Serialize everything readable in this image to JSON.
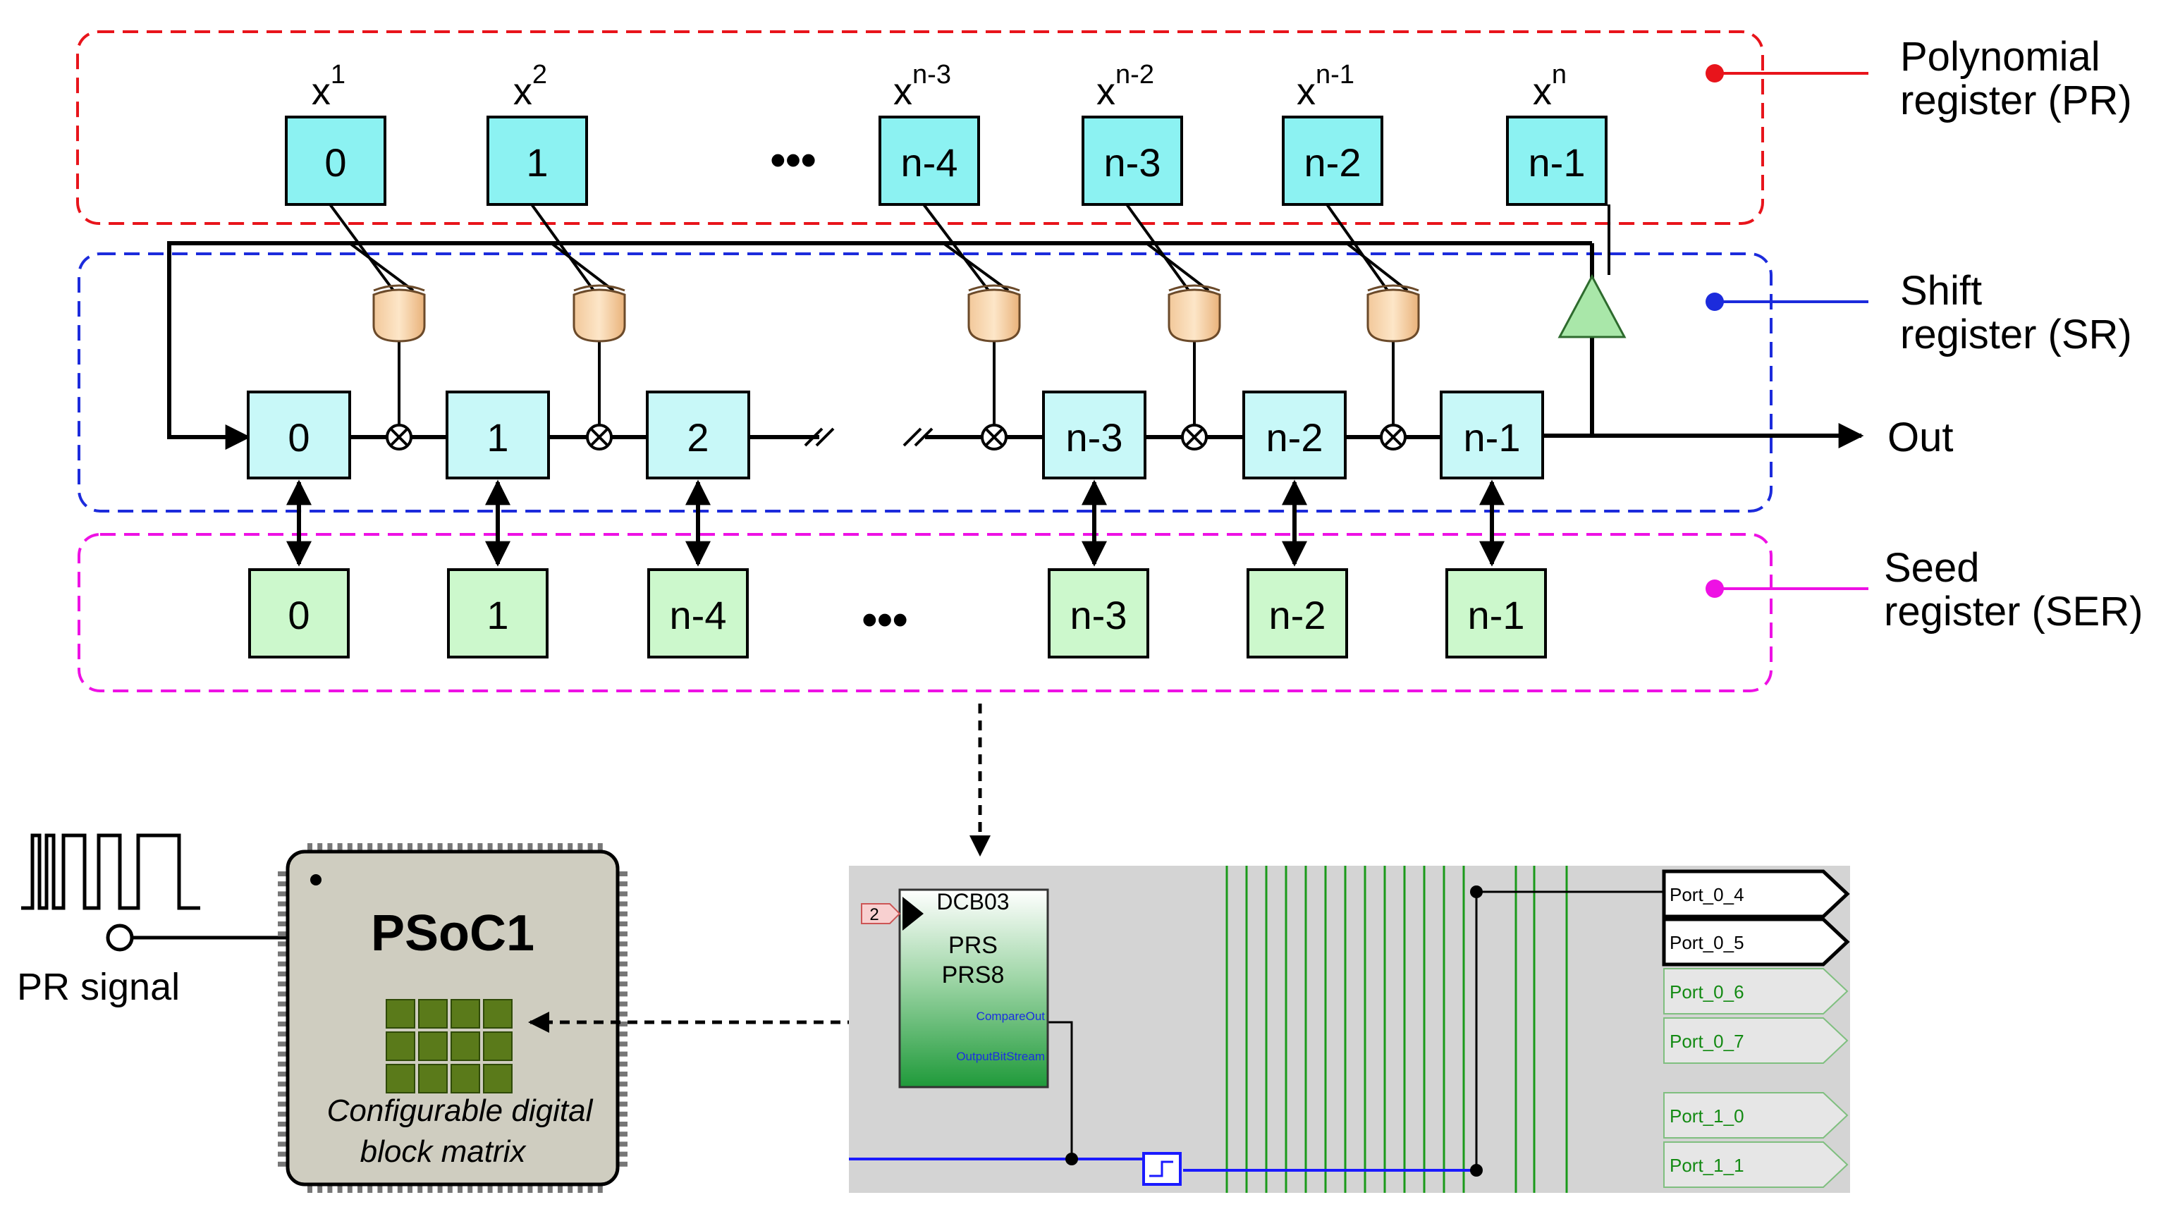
{
  "legend": {
    "pr": "Polynomial\nregister (PR)",
    "sr": "Shift\nregister (SR)",
    "ser": "Seed\nregister (SER)",
    "colors": {
      "pr": "#e8141b",
      "sr": "#1c2bdc",
      "ser": "#ee11e4"
    }
  },
  "polynomial_register": {
    "cells": [
      "0",
      "1",
      "n-4",
      "n-3",
      "n-2",
      "n-1"
    ],
    "exponents": [
      {
        "base": "x",
        "sup": "1"
      },
      {
        "base": "x",
        "sup": "2"
      },
      {
        "base": "x",
        "sup": "n-3"
      },
      {
        "base": "x",
        "sup": "n-2"
      },
      {
        "base": "x",
        "sup": "n-1"
      },
      {
        "base": "x",
        "sup": "n"
      }
    ],
    "ellipsis": "•••"
  },
  "shift_register": {
    "cells": [
      "0",
      "1",
      "2",
      "n-3",
      "n-2",
      "n-1"
    ],
    "out_label": "Out"
  },
  "seed_register": {
    "cells": [
      "0",
      "1",
      "n-4",
      "n-3",
      "n-2",
      "n-1"
    ],
    "ellipsis": "•••"
  },
  "psoc": {
    "title": "PSoC1",
    "caption_line1": "Configurable digital",
    "caption_line2": "block matrix",
    "signal_label": "PR signal"
  },
  "designer": {
    "block_id": "DCB03",
    "block_type": "PRS",
    "block_name": "PRS8",
    "badge": "2",
    "pin_compare": "CompareOut",
    "pin_bitstream": "OutputBitStream",
    "ports": [
      {
        "label": "Port_0_4",
        "active": true
      },
      {
        "label": "Port_0_5",
        "active": true
      },
      {
        "label": "Port_0_6",
        "active": false
      },
      {
        "label": "Port_0_7",
        "active": false
      },
      {
        "label": "Port_1_0",
        "active": false
      },
      {
        "label": "Port_1_1",
        "active": false
      }
    ]
  }
}
